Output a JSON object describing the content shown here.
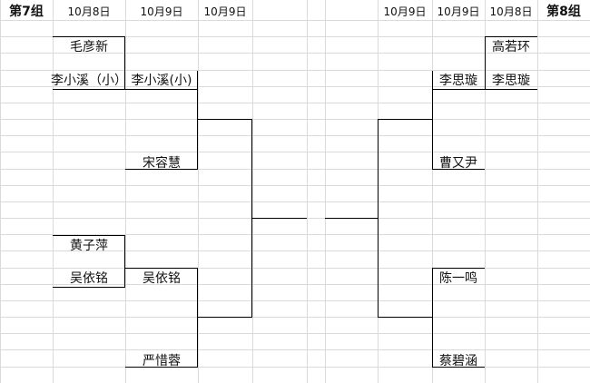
{
  "group_left": "第7组",
  "group_right": "第8组",
  "dates": {
    "left_r1": "10月8日",
    "left_r2": "10月9日",
    "left_r3": "10月9日",
    "right_r3": "10月9日",
    "right_r2": "10月9日",
    "right_r1": "10月8日"
  },
  "left": {
    "r1": [
      "毛彦新",
      "李小溪（小）",
      "黄子萍",
      "吴依铭"
    ],
    "r2": [
      "李小溪(小)",
      "宋容慧",
      "吴依铭",
      "严惜蓉"
    ]
  },
  "right": {
    "r1": [
      "高若环",
      "李思璇"
    ],
    "r2": [
      "李思璇",
      "曹又尹",
      "陈一鸣",
      "蔡碧涵"
    ]
  }
}
